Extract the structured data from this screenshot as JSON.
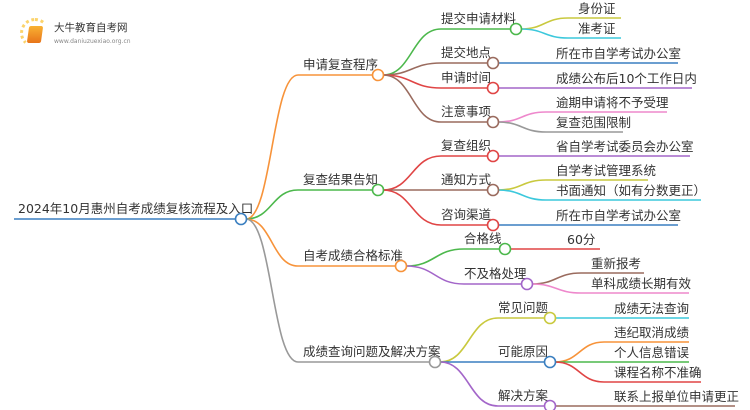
{
  "logo": {
    "name": "大牛教育自考网",
    "url": "www.daniuzuexiao.org.cn"
  },
  "root": {
    "label": "2024年10月惠州自考成绩复核流程及入口",
    "color": "#3a7fc0"
  },
  "branches": [
    {
      "label": "申请复查程序",
      "color": "#f7933a",
      "children": [
        {
          "label": "提交申请材料",
          "color": "#4cb84c",
          "children": [
            {
              "label": "身份证",
              "color": "#c9c93e"
            },
            {
              "label": "准考证",
              "color": "#3cc8dc"
            }
          ]
        },
        {
          "label": "提交地点",
          "color": "#9a6b5e",
          "children": [
            {
              "label": "所在市自学考试办公室",
              "color": "#3a7fc0"
            }
          ]
        },
        {
          "label": "申请时间",
          "color": "#e04545",
          "children": [
            {
              "label": "成绩公布后10个工作日内",
              "color": "#a366c9"
            }
          ]
        },
        {
          "label": "注意事项",
          "color": "#9a6b5e",
          "children": [
            {
              "label": "逾期申请将不予受理",
              "color": "#ee88cc"
            },
            {
              "label": "复查范围限制",
              "color": "#999999"
            }
          ]
        }
      ]
    },
    {
      "label": "复查结果告知",
      "color": "#4cb84c",
      "children": [
        {
          "label": "复查组织",
          "color": "#e04545",
          "children": [
            {
              "label": "省自学考试委员会办公室",
              "color": "#a366c9"
            }
          ]
        },
        {
          "label": "通知方式",
          "color": "#9a6b5e",
          "children": [
            {
              "label": "自学考试管理系统",
              "color": "#c9c93e"
            },
            {
              "label": "书面通知（如有分数更正）",
              "color": "#3cc8dc"
            }
          ]
        },
        {
          "label": "咨询渠道",
          "color": "#e04545",
          "children": [
            {
              "label": "所在市自学考试办公室",
              "color": "#3a7fc0"
            }
          ]
        }
      ]
    },
    {
      "label": "自考成绩合格标准",
      "color": "#f7933a",
      "children": [
        {
          "label": "合格线",
          "color": "#4cb84c",
          "children": [
            {
              "label": "60分",
              "color": "#e04545"
            }
          ]
        },
        {
          "label": "不及格处理",
          "color": "#a366c9",
          "children": [
            {
              "label": "重新报考",
              "color": "#9a6b5e"
            },
            {
              "label": "单科成绩长期有效",
              "color": "#ee88cc"
            }
          ]
        }
      ]
    },
    {
      "label": "成绩查询问题及解决方案",
      "color": "#999999",
      "children": [
        {
          "label": "常见问题",
          "color": "#c9c93e",
          "children": [
            {
              "label": "成绩无法查询",
              "color": "#3cc8dc"
            }
          ]
        },
        {
          "label": "可能原因",
          "color": "#3a7fc0",
          "children": [
            {
              "label": "违纪取消成绩",
              "color": "#f7933a"
            },
            {
              "label": "个人信息错误",
              "color": "#4cb84c"
            },
            {
              "label": "课程名称不准确",
              "color": "#e04545"
            }
          ]
        },
        {
          "label": "解决方案",
          "color": "#a366c9",
          "children": [
            {
              "label": "联系上报单位申请更正",
              "color": "#9a6b5e"
            }
          ]
        }
      ]
    }
  ]
}
